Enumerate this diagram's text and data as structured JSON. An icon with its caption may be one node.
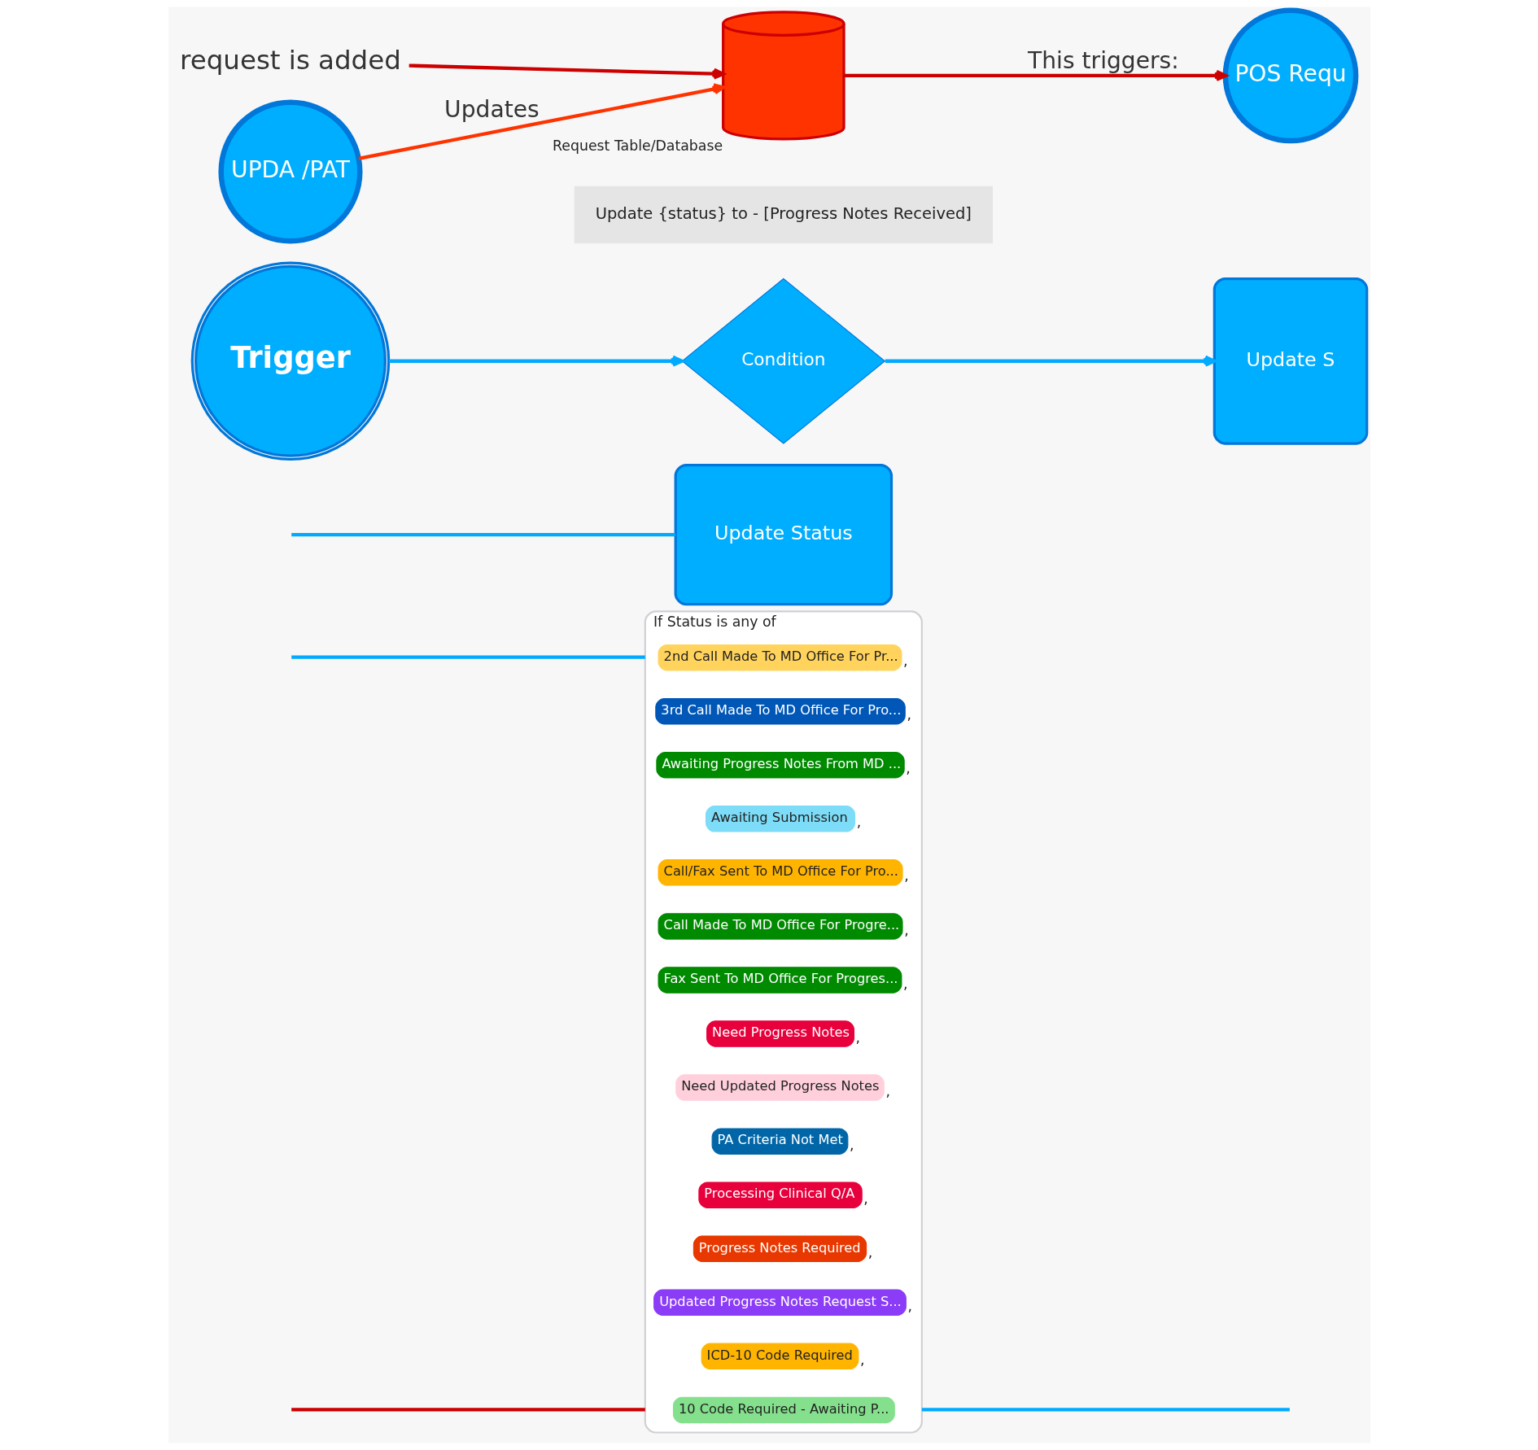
{
  "diagram": {
    "nodes": [
      {
        "text": [
          "Trigger"
        ]
      },
      {
        "text": [
          "Condition"
        ]
      },
      {
        "text": [
          "Update S"
        ]
      },
      {
        "text": [
          "If Status is any of"
        ]
      },
      {
        "text": [
          "2nd Call Made To MD Office For Pr..."
        ],
        "in": 3,
        "beside": [
          ","
        ]
      },
      {
        "text": [
          "3rd Call Made To MD Office For Pro..."
        ],
        "in": 3,
        "beside": [
          ","
        ]
      },
      {
        "text": [
          "Awaiting Progress Notes From MD ..."
        ],
        "in": 3,
        "beside": [
          ","
        ]
      },
      {
        "text": [
          "Awaiting Submission"
        ],
        "in": 3,
        "beside": [
          ","
        ]
      },
      {
        "text": [
          "Call/Fax Sent To MD Office For Pro..."
        ],
        "in": 3,
        "beside": [
          ","
        ]
      },
      {
        "text": [
          "Call Made To MD Office For Progre..."
        ],
        "in": 3,
        "beside": [
          ","
        ]
      },
      {
        "text": [
          "Fax Sent To MD Office For Progres..."
        ],
        "in": 3,
        "beside": [
          ","
        ]
      },
      {
        "text": [
          "Need Progress Notes"
        ],
        "in": 3,
        "beside": [
          ","
        ]
      },
      {
        "text": [
          "Need Updated Progress Notes"
        ],
        "in": 3,
        "beside": [
          ","
        ]
      },
      {
        "text": [
          "PA Criteria Not Met"
        ],
        "in": 3,
        "beside": [
          ","
        ]
      },
      {
        "text": [
          "Processing Clinical Q/A"
        ],
        "in": 3,
        "beside": [
          ","
        ]
      },
      {
        "text": [
          "Progress Notes Required"
        ],
        "in": 3,
        "beside": [
          ","
        ]
      },
      {
        "text": [
          "Updated Progress Notes Request S..."
        ],
        "in": 3,
        "beside": [
          ","
        ]
      },
      {
        "text": [
          "ICD-10 Code Required"
        ],
        "in": 3,
        "beside": [
          ","
        ]
      },
      {
        "text": [
          "10 Code Required - Awaiting P..."
        ],
        "in": 3
      },
      {
        "text": [
          "Update Status"
        ]
      },
      {
        "text": [
          "Update {status} to - [Progress Notes Received]"
        ]
      },
      {
        "text": [
          "request is added"
        ]
      },
      {
        "text": [],
        "shape": "cylinder",
        "beside": [
          "Request Table/Database"
        ]
      },
      {
        "text": [
          "POS Requ"
        ]
      },
      {
        "text": [
          "UPDA /PAT"
        ]
      }
    ],
    "edges": [
      {
        "from": 0,
        "to": 1,
        "arrow": "to"
      },
      {
        "from": 1,
        "to": 2,
        "arrow": "to"
      },
      {
        "from": null,
        "to": 3,
        "arrow": "none"
      },
      {
        "from": 3,
        "to": null,
        "arrow": "none"
      },
      {
        "from": null,
        "to": 3,
        "arrow": "none",
        "color": "#cc0000"
      },
      {
        "from": null,
        "to": 19,
        "arrow": "none"
      },
      {
        "from": 21,
        "to": 22,
        "arrow": "to",
        "color": "#cc0000"
      },
      {
        "from": 22,
        "to": 23,
        "arrow": "to",
        "label": "This triggers:",
        "color": "#cc0000"
      },
      {
        "from": 24,
        "to": 22,
        "arrow": "to",
        "label": "Updates",
        "color": "#ff3300"
      }
    ]
  }
}
